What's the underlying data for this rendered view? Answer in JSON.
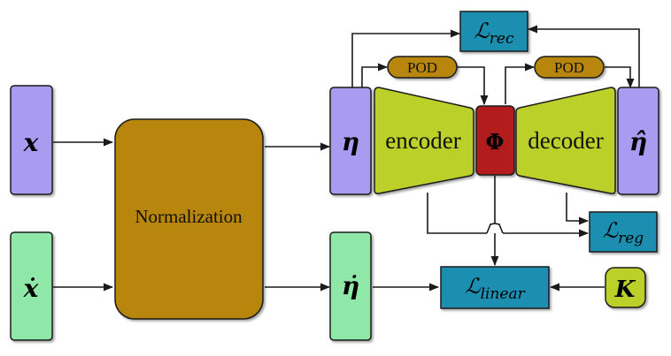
{
  "nodes": {
    "x": {
      "label": "x"
    },
    "x_dot": {
      "label": "ẋ"
    },
    "normalization": {
      "label": "Normalization"
    },
    "eta": {
      "label": "η"
    },
    "eta_dot": {
      "label": "η̇"
    },
    "encoder": {
      "label": "encoder"
    },
    "phi": {
      "label": "Φ"
    },
    "decoder": {
      "label": "decoder"
    },
    "eta_hat": {
      "label": "η̂"
    },
    "pod_left": {
      "label": "POD"
    },
    "pod_right": {
      "label": "POD"
    },
    "loss_rec": {
      "script": "ℒ",
      "sub": "rec"
    },
    "loss_reg": {
      "script": "ℒ",
      "sub": "reg"
    },
    "loss_linear": {
      "script": "ℒ",
      "sub": "linear"
    },
    "k": {
      "label": "K"
    }
  },
  "colors": {
    "purple": "#A99BEF",
    "green": "#8FE8A8",
    "gold": "#B8860B",
    "lime": "#BCD02A",
    "red": "#B21B1B",
    "blue": "#1A8FB0",
    "stroke": "#1a1a1a"
  }
}
